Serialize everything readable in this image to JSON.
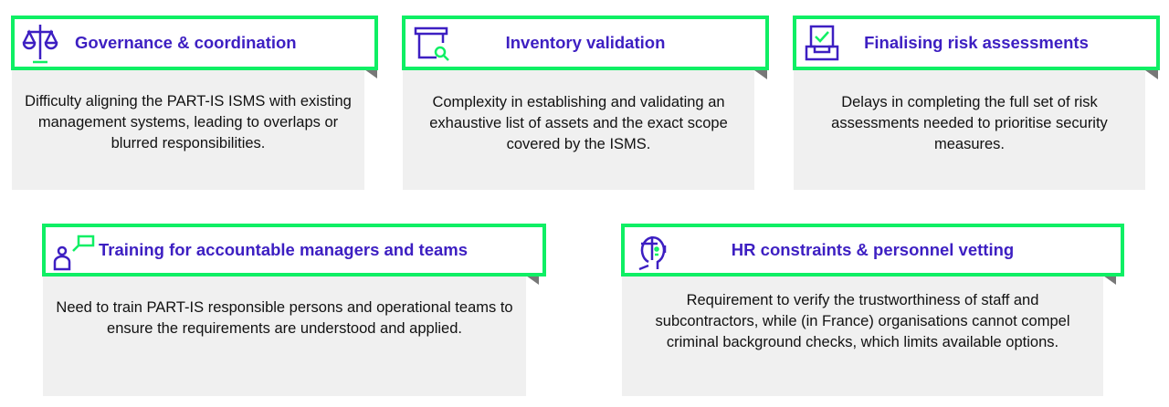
{
  "cards": [
    {
      "title": "Governance & coordination",
      "icon": "scales-icon",
      "text": "Difficulty aligning the PART-IS ISMS with existing management systems, leading to overlaps or blurred responsibilities."
    },
    {
      "title": "Inventory validation",
      "icon": "inventory-search-icon",
      "text": "Complexity in establishing and validating an exhaustive list of assets and the exact scope covered by the ISMS."
    },
    {
      "title": "Finalising risk assessments",
      "icon": "checked-tray-icon",
      "text": "Delays in completing the full set of risk assessments needed to prioritise security measures."
    },
    {
      "title": "Training for accountable managers and teams",
      "icon": "person-speech-icon",
      "text": "Need to train PART-IS responsible persons and operational teams to ensure the requirements are understood and applied."
    },
    {
      "title": "HR constraints & personnel vetting",
      "icon": "head-profile-icon",
      "text": "Requirement to verify the trustworthiness of staff and subcontractors, while (in France) organisations cannot compel criminal background checks, which limits available options."
    }
  ],
  "colors": {
    "accent": "#0fef64",
    "title": "#3d1fc2",
    "body_bg": "#f0f0f0"
  }
}
